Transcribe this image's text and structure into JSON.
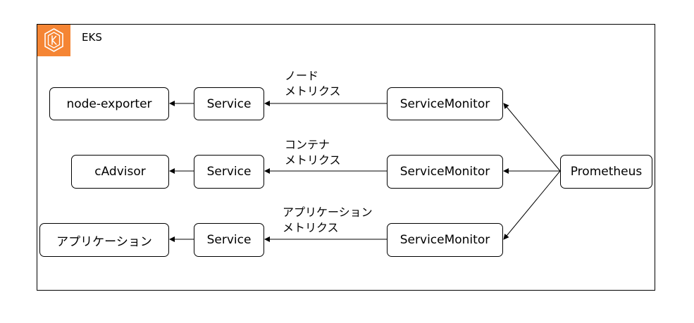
{
  "cluster": {
    "label": "EKS",
    "icon": "eks-kubernetes-icon",
    "icon_color": "#F58534"
  },
  "rows": [
    {
      "target": "node-exporter",
      "service": "Service",
      "monitor": "ServiceMonitor",
      "metrics_line1": "ノード",
      "metrics_line2": "メトリクス"
    },
    {
      "target": "cAdvisor",
      "service": "Service",
      "monitor": "ServiceMonitor",
      "metrics_line1": "コンテナ",
      "metrics_line2": "メトリクス"
    },
    {
      "target": "アプリケーション",
      "service": "Service",
      "monitor": "ServiceMonitor",
      "metrics_line1": "アプリケーション",
      "metrics_line2": "メトリクス"
    }
  ],
  "prometheus": "Prometheus"
}
